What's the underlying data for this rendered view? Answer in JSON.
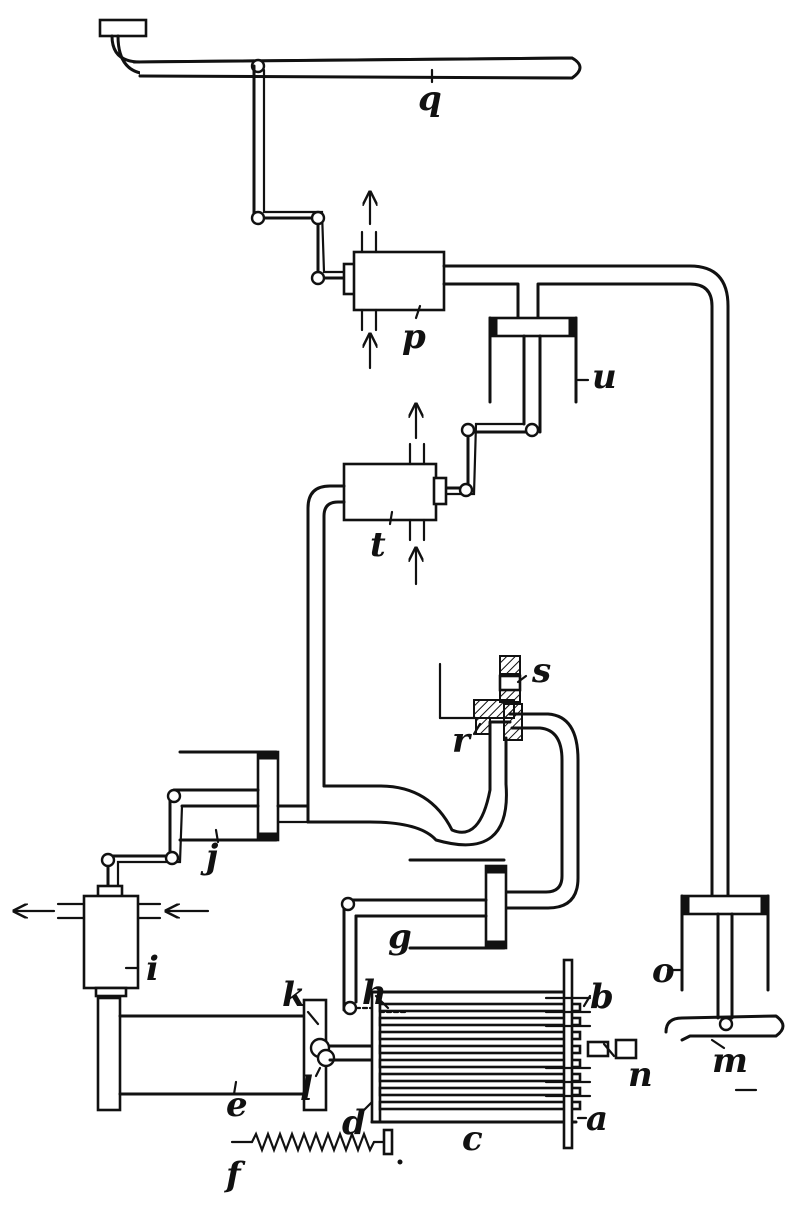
{
  "labels": {
    "a": "a",
    "b": "b",
    "c": "c",
    "d": "d",
    "e": "e",
    "f": "f",
    "g": "g",
    "h": "h",
    "i": "i",
    "j": "j",
    "k": "k",
    "l": "l",
    "m": "m",
    "n": "n",
    "o": "o",
    "p": "p",
    "q": "q",
    "r": "r",
    "s": "s",
    "t": "t",
    "u": "u"
  }
}
